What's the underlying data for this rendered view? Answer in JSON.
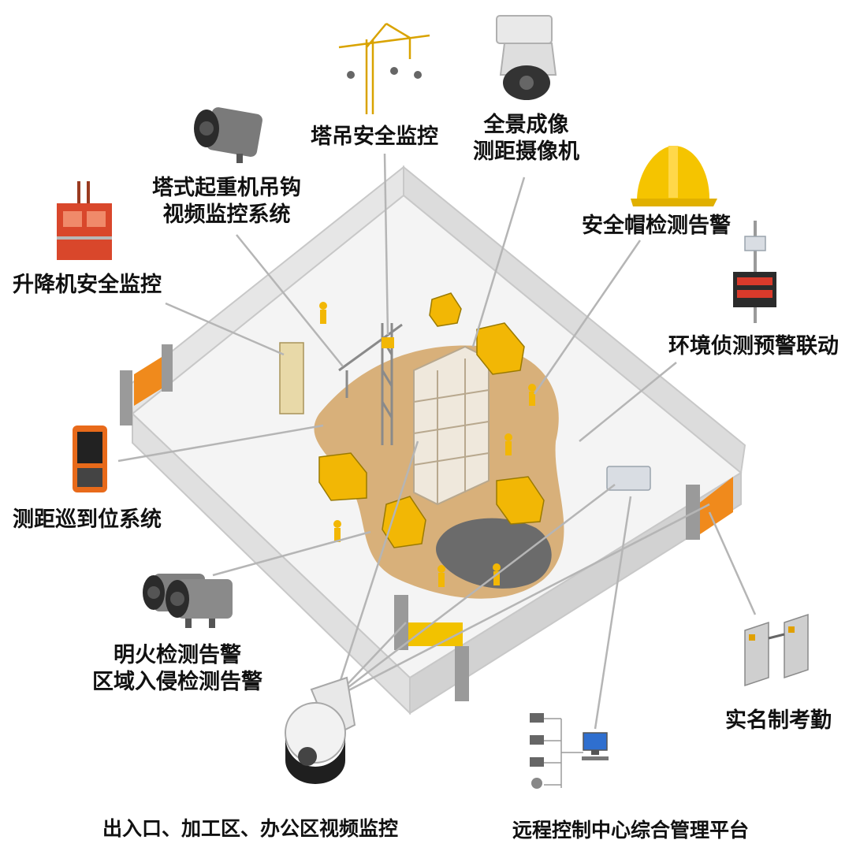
{
  "labels": {
    "tower_crane_safety": "塔吊安全监控",
    "panorama_camera_1": "全景成像",
    "panorama_camera_2": "测距摄像机",
    "crane_hook_video_1": "塔式起重机吊钩",
    "crane_hook_video_2": "视频监控系统",
    "helmet_alarm": "安全帽检测告警",
    "hoist_safety": "升降机安全监控",
    "environment_alarm": "环境侦测预警联动",
    "patrol_system": "测距巡到位系统",
    "fire_detection": "明火检测告警",
    "intrusion_detection": "区域入侵检测告警",
    "real_name_attendance": "实名制考勤",
    "entrance_video": "出入口、加工区、办公区视频监控",
    "remote_platform": "远程控制中心综合管理平台"
  },
  "colors": {
    "wall": "#e6e6e6",
    "wall_dark": "#bfbfbf",
    "ground": "#f4f4f4",
    "dirt": "#d8b07a",
    "leader_line": "#b5b5b5",
    "barrier": "#f08a1c",
    "machine_yellow": "#f2b705",
    "dark": "#333333"
  },
  "icons": [
    "hoist-icon",
    "bullet-camera-icon",
    "tower-crane-icon",
    "ptz-dome-camera-icon",
    "safety-helmet-icon",
    "environment-monitor-icon",
    "handheld-terminal-icon",
    "dual-camera-icon",
    "speed-dome-camera-icon",
    "monitoring-network-icon",
    "turnstile-gate-icon"
  ]
}
